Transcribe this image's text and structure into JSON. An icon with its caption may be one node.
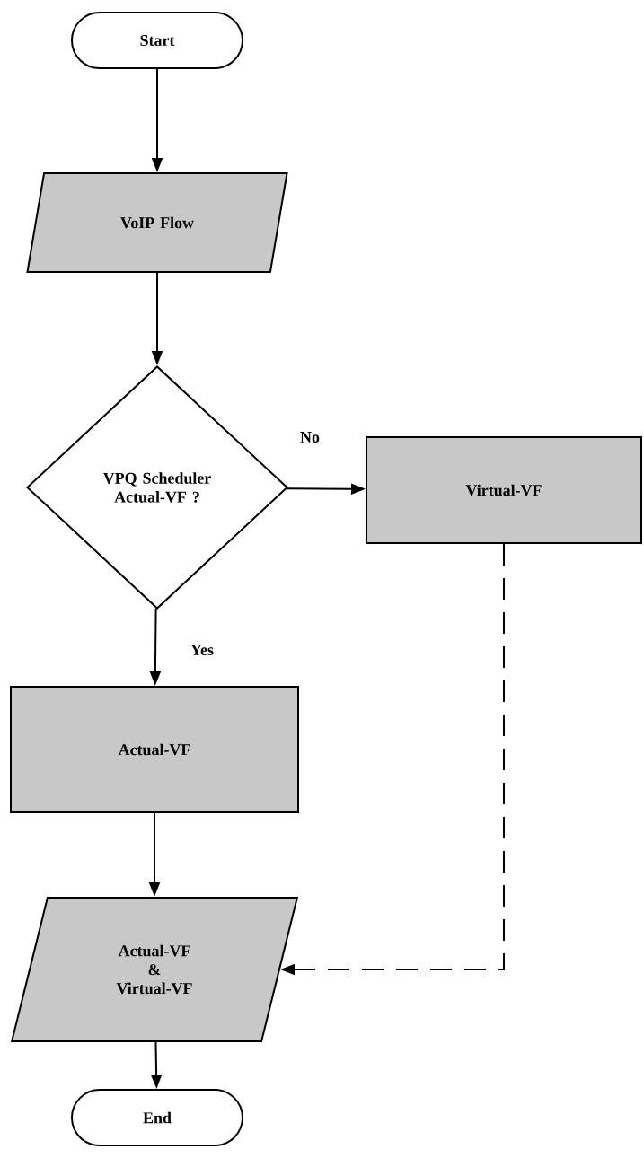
{
  "diagram": {
    "nodes": [
      {
        "text": [
          "Start"
        ]
      },
      {
        "text": [
          "VoIP Flow"
        ]
      },
      {
        "text": [
          "VPQ Scheduler Actual-VF ?"
        ]
      },
      {
        "text": [
          "Virtual-VF"
        ]
      },
      {
        "text": [
          "Actual-VF"
        ]
      },
      {
        "text": [
          "Actual-VF & Virtual-VF"
        ]
      },
      {
        "text": [
          "End"
        ]
      }
    ],
    "edges": [
      {
        "from": 0,
        "to": 1,
        "arrow": "to"
      },
      {
        "from": 1,
        "to": 2,
        "arrow": "to"
      },
      {
        "from": 2,
        "to": 3,
        "arrow": "to",
        "label": "No"
      },
      {
        "from": 2,
        "to": 4,
        "arrow": "to",
        "label": "Yes"
      },
      {
        "from": 4,
        "to": 5,
        "arrow": "to"
      },
      {
        "from": 3,
        "to": 5,
        "arrow": "to",
        "style": "dashed"
      },
      {
        "from": 5,
        "to": 6,
        "arrow": "to"
      }
    ]
  }
}
